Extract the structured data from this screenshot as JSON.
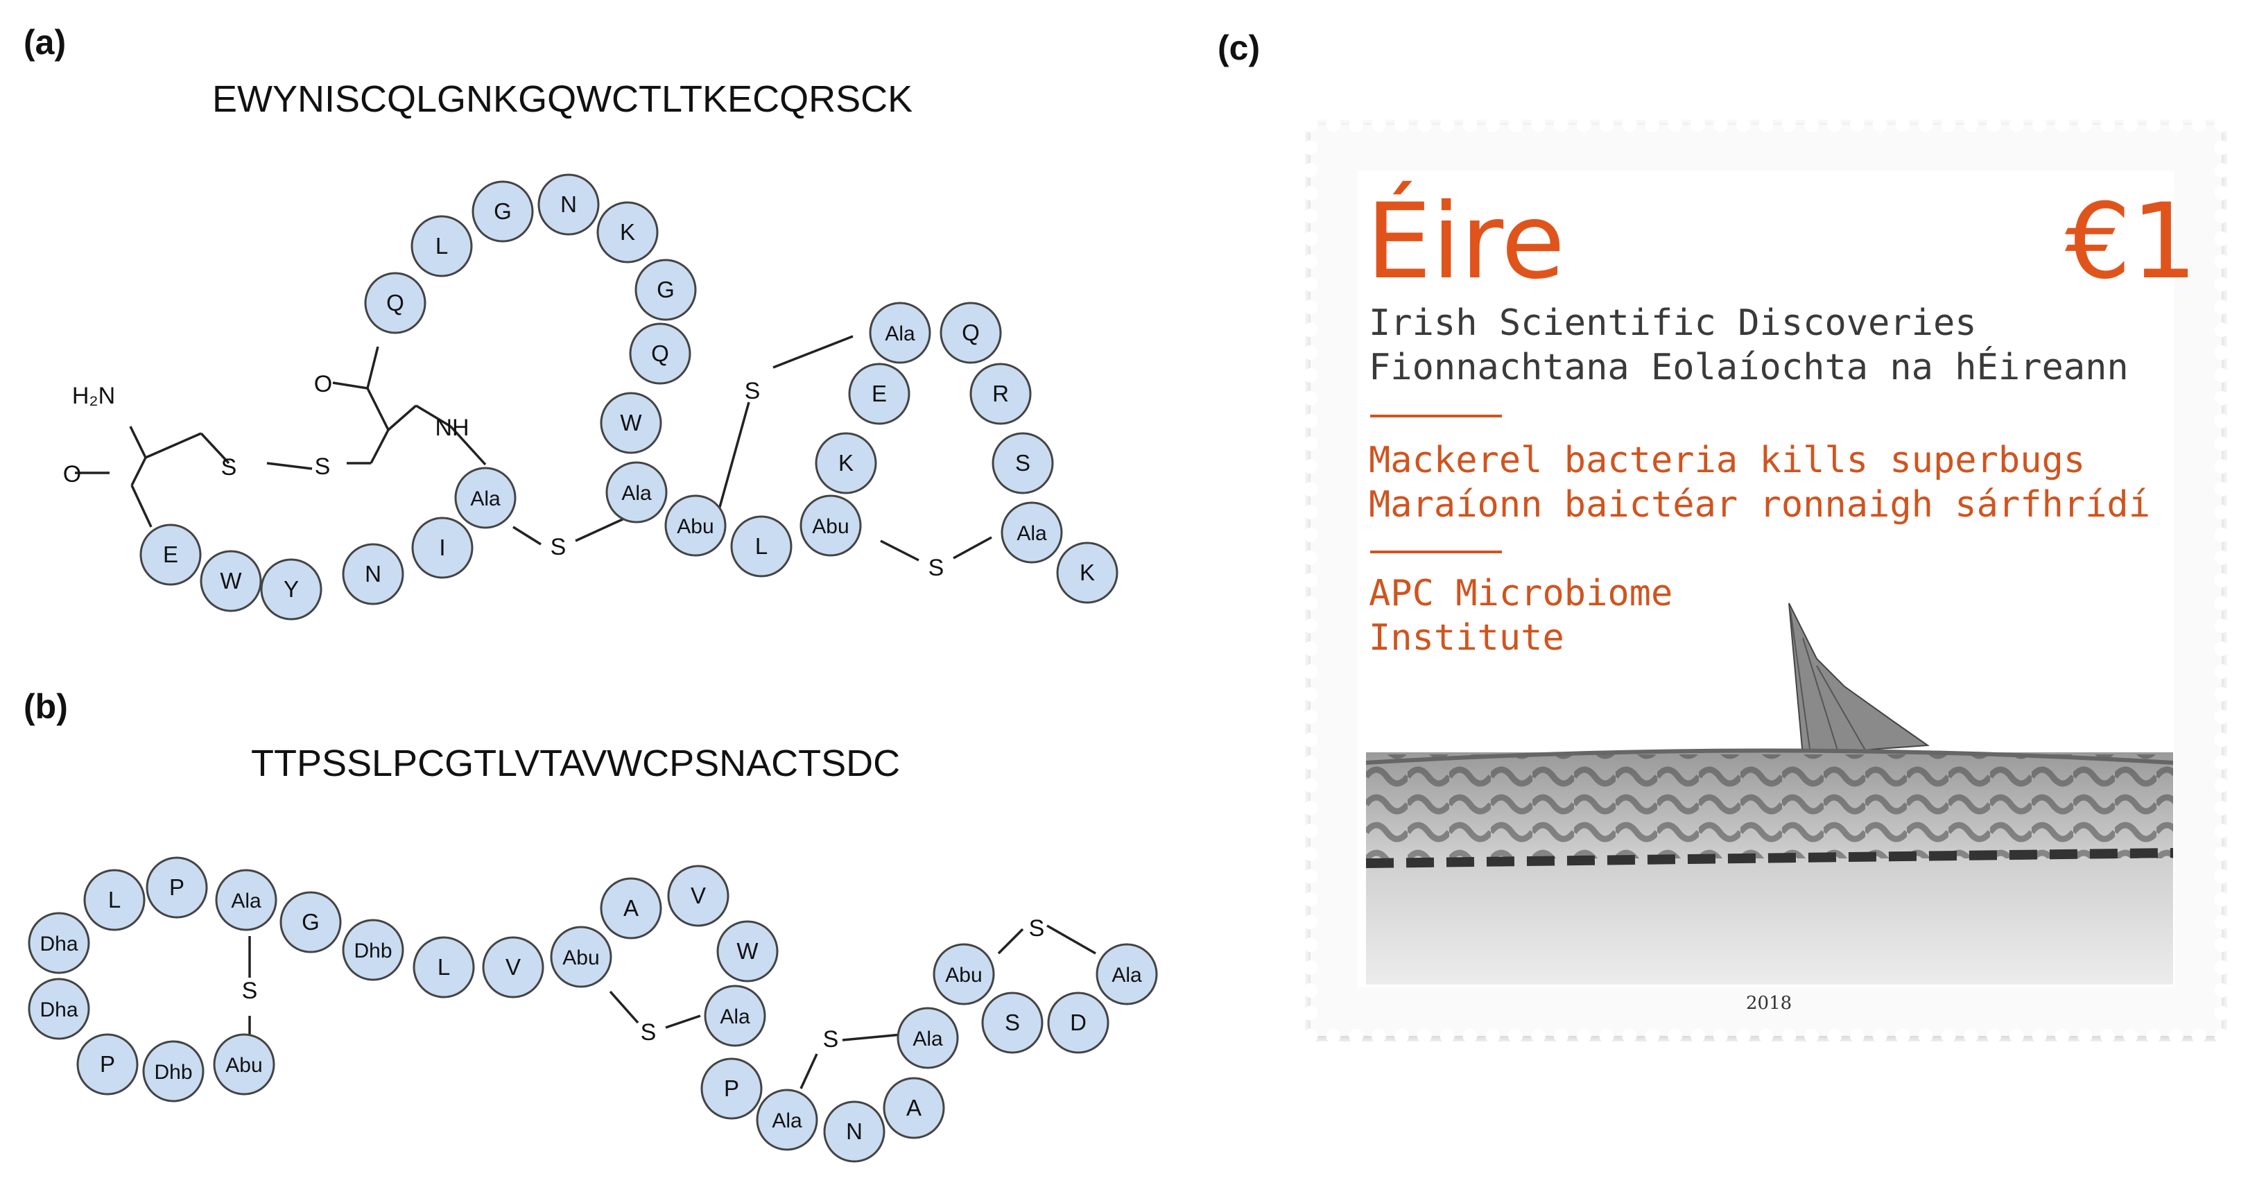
{
  "panels": {
    "a": {
      "label": "(a)",
      "sequence": "EWYNISCQLGNKGQWCTLTKECQRSCK"
    },
    "b": {
      "label": "(b)",
      "sequence": "TTPSSLPCGTLVTAVWCPSNACTSDC"
    },
    "c": {
      "label": "(c)"
    }
  },
  "chem": {
    "h2n": "H₂N",
    "nh": "NH",
    "o": "O",
    "s": "S"
  },
  "residues_a": [
    "E",
    "W",
    "Y",
    "N",
    "I",
    "Ala",
    "Q",
    "L",
    "G",
    "N",
    "K",
    "G",
    "Q",
    "W",
    "Ala",
    "Abu",
    "L",
    "Abu",
    "E",
    "Ala",
    "Q",
    "R",
    "K",
    "S",
    "Ala",
    "K"
  ],
  "residues_b": [
    "Dha",
    "L",
    "P",
    "Ala",
    "G",
    "Dhb",
    "L",
    "V",
    "Abu",
    "A",
    "V",
    "W",
    "Ala",
    "Dha",
    "P",
    "Dhb",
    "Abu",
    "P",
    "Ala",
    "N",
    "A",
    "Ala",
    "Abu",
    "S",
    "D",
    "Ala"
  ],
  "stamp": {
    "country": "Éire",
    "value": "€1",
    "line1": "Irish Scientific Discoveries",
    "line2": "Fionnachtana Eolaíochta na hÉireann",
    "line3": "Mackerel bacteria kills superbugs",
    "line4": "Maraíonn baictéar ronnaigh sárfhrídí",
    "line5": "APC Microbiome",
    "line6": "Institute",
    "year": "2018"
  },
  "colors": {
    "bead_fill": "#c9dcf2",
    "bead_stroke": "#444444",
    "stamp_orange": "#e0541c"
  }
}
